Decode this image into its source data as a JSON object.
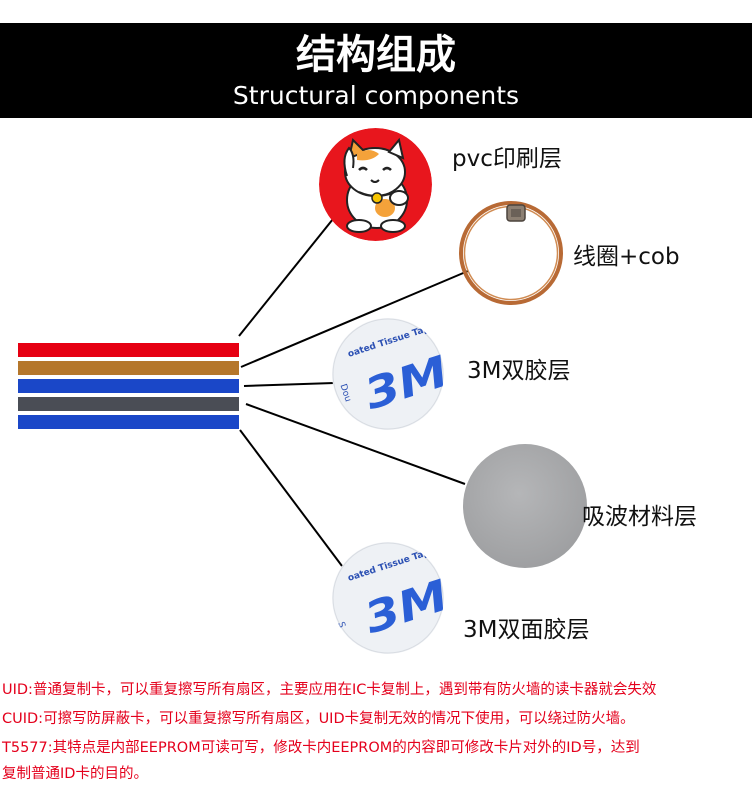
{
  "header": {
    "title_cn": "结构组成",
    "title_en": "Structural components"
  },
  "layers": [
    {
      "label": "pvc印刷层",
      "color": "#e60012",
      "image": "lucky-cat"
    },
    {
      "label": "线圈+cob",
      "color": "#b5772b",
      "image": "copper-coil"
    },
    {
      "label": "3M双胶层",
      "color": "#1a47c8",
      "image": "3m-tape"
    },
    {
      "label": "吸波材料层",
      "color": "#4a4d55",
      "image": "gray-disc"
    },
    {
      "label": "3M双面胶层",
      "color": "#1a47c8",
      "image": "3m-tape"
    }
  ],
  "tape": {
    "brand": "3M",
    "print": "oated Tissue Tape",
    "side": "Dou",
    "side2": "S"
  },
  "notes": [
    "UID:普通复制卡，可以重复擦写所有扇区，主要应用在IC卡复制上，遇到带有防火墙的读卡器就会失效",
    "CUID:可擦写防屏蔽卡，可以重复擦写所有扇区，UID卡复制无效的情况下使用，可以绕过防火墙。",
    "T5577:其特点是内部EEPROM可读可写，修改卡内EEPROM的内容即可修改卡片对外的ID号，达到",
    "复制普通ID卡的目的。"
  ]
}
